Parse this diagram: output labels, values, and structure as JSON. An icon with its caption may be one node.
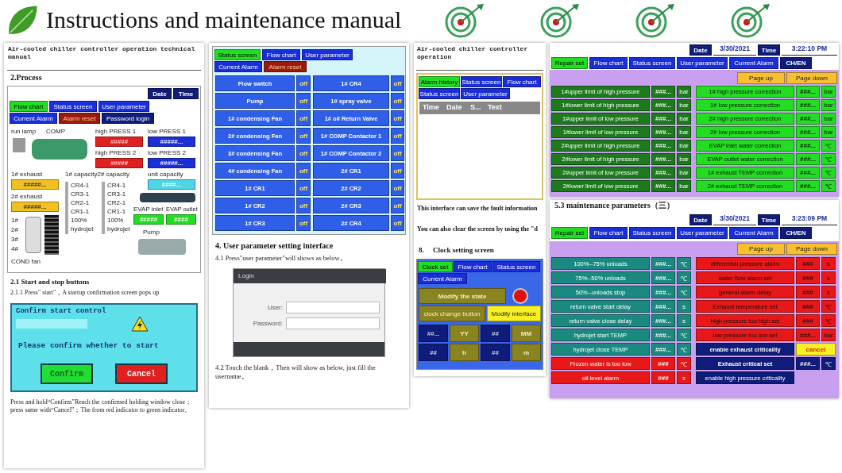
{
  "diagram": {
    "title": "Instructions and maintenance manual",
    "labels": [
      "Air-cooled chiller controller operation technical manual",
      "2.Process",
      "Date",
      "Time",
      "Flow chart",
      "Status screen",
      "User parameter",
      "Current Alarm",
      "Alarm reset",
      "Password login",
      "run lamp",
      "COMP",
      "high PRESS 1",
      "#####",
      "low PRESS 1",
      "#####...",
      "unit capacity",
      "####...",
      "high PRESS 2",
      "#####",
      "low PRESS 2",
      "#####...",
      "1# exhaust",
      "1# capacity2# capacity",
      "#####...",
      "2# exhaust",
      "#####...",
      "CR4-1",
      "CR3-1",
      "CR2-1",
      "CR1-1",
      "100%",
      "hydrojet",
      "CR4-1",
      "CR3-1",
      "CR2-1",
      "CR1-1",
      "100%",
      "hydrojet",
      "EVAP inlet",
      "#####",
      "EVAP outlet",
      "####",
      "Pump",
      "1#",
      "2#",
      "3#",
      "4#",
      "COND fan",
      "2.1 Start and stop buttons",
      "2.1.1 Press\" start\"，A startup confirmation screen pops up",
      "Confirm start control",
      "Please confirm whether to start",
      "Confirm",
      "Cancel",
      "Press and hold“Confirm”Reach the confirmed holding window close；press same with“Cancel”；The from red indicator to green indicator。",
      "Status screen",
      "Flow chart",
      "User parameter",
      "Current Alarm",
      "Alarm reset",
      "Flow switch",
      "off",
      "Pump",
      "off",
      "1# condensing Fan",
      "off",
      "2# condensing Fan",
      "off",
      "3# condensing Fan",
      "off",
      "4# condensing Fan",
      "off",
      "1# CR1",
      "off",
      "1# CR2",
      "off",
      "1# CR3",
      "off",
      "1# CR4",
      "off",
      "1# spray valve",
      "off",
      "1# oil Return Valve",
      "off",
      "1# COMP Contactor 1",
      "off",
      "1# COMP Contactor 2",
      "off",
      "2# CR1",
      "off",
      "2# CR2",
      "off",
      "2# CR3",
      "off",
      "2# CR4",
      "off",
      "4. User parameter setting interface",
      "4.1 Press\"user parameter\"will shows as below。",
      "Login",
      "User:",
      "Password:",
      "4.2 Touch the blank，Then will show as below, just fill the username。",
      "Air-cooled chiller controller operation",
      "Alarm history",
      "Status screen",
      "Flow chart",
      "Status screen",
      "User parameter",
      "Time",
      "Date",
      "S...",
      "Text",
      "This interface can save the fault information",
      "You can also clear the screen by using the \"d",
      "8.",
      "Clock setting screen",
      "Clock set",
      "Flow chart",
      "Status screen",
      "Current Alarm",
      "Modify the state",
      "clock change button",
      "Modify interface",
      "##...",
      "YY",
      "##",
      "MM",
      "##",
      "h",
      "##",
      "m",
      "Repair set",
      "Flow chart",
      "Status screen",
      "User parameter",
      "Current Alarm",
      "CH/EN",
      "Date",
      "3/30/2021",
      "Time",
      "3:22:10 PM",
      "Page up",
      "Page down",
      "1#upper limit of high pressure",
      "###...",
      "bar",
      "1#lower limit of high pressure",
      "###...",
      "bar",
      "1#upper limit of low pressure",
      "###...",
      "bar",
      "1#lower limit of low pressure",
      "###...",
      "bar",
      "2#upper limit of high pressure",
      "###...",
      "bar",
      "2#lower limit of high pressure",
      "###...",
      "bar",
      "2#upper limit of low pressure",
      "###...",
      "bar",
      "2#lower limit of low pressure",
      "###...",
      "bar",
      "1# high pressure correction",
      "###...",
      "bar",
      "1# low pressure correction",
      "###...",
      "bar",
      "2# high pressure correction",
      "###...",
      "bar",
      "2# low pressure correction",
      "###...",
      "bar",
      "EVAP inlet water correction",
      "###...",
      "℃",
      "EVAP outlet water correction",
      "###...",
      "℃",
      "1# exhaust TEMP correction",
      "###...",
      "℃",
      "2# exhaust TEMP correction",
      "###...",
      "℃",
      "5.3 maintenance parameters（三）",
      "Repair set",
      "Flow chart",
      "Status screen",
      "User parameter",
      "Current Alarm",
      "CH/EN",
      "Date",
      "3/30/2021",
      "Time",
      "3:23:09 PM",
      "Page up",
      "Page down",
      "100%--75% unloads",
      "###...",
      "℃",
      "75%--50% unloads",
      "###...",
      "℃",
      "50%--unloads stop",
      "###...",
      "℃",
      "return valve start delay",
      "###...",
      "s",
      "return valve close delay",
      "###...",
      "s",
      "hydrojet start TEMP",
      "###...",
      "℃",
      "hydrojet close TEMP",
      "###...",
      "℃",
      "Frozen water is too low",
      "###",
      "℃",
      "oil level alarm",
      "###",
      "s",
      "differential pressure alarm",
      "###",
      "s",
      "water flow alarm set",
      "###",
      "s",
      "general alarm delay",
      "###",
      "s",
      "Exhaust temperature set",
      "###",
      "℃",
      "high pressure too high set",
      "###",
      "℃",
      "low pressure too low set",
      "###...",
      "bar",
      "enable exhaust criticality",
      "cancel",
      "Exhaust critical set",
      "###...",
      "℃",
      "enable high pressure criticality"
    ]
  }
}
